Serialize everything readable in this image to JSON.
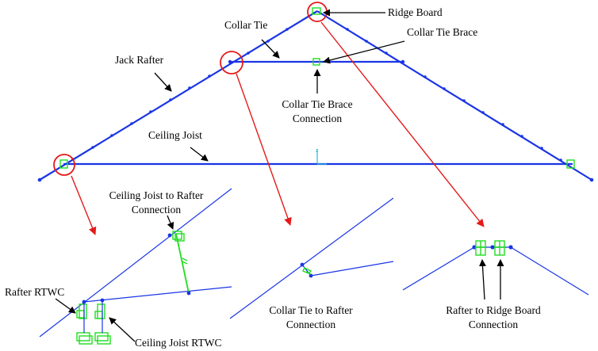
{
  "labels": {
    "ridge_board": "Ridge Board",
    "collar_tie": "Collar Tie",
    "collar_tie_brace": "Collar Tie Brace",
    "jack_rafter": "Jack Rafter",
    "collar_tie_brace_connection_1": "Collar Tie Brace",
    "collar_tie_brace_connection_2": "Connection",
    "ceiling_joist": "Ceiling Joist",
    "ceiling_joist_to_rafter_1": "Ceiling Joist to Rafter",
    "ceiling_joist_to_rafter_2": "Connection",
    "rafter_rtwc": "Rafter RTWC",
    "ceiling_joist_rtwc": "Ceiling Joist RTWC",
    "collar_tie_to_rafter_1": "Collar Tie to Rafter",
    "collar_tie_to_rafter_2": "Connection",
    "rafter_to_ridge_1": "Rafter to Ridge Board",
    "rafter_to_ridge_2": "Connection"
  },
  "colors": {
    "member": "#1a35e6",
    "connection": "#22dd22",
    "highlight": "#e41a1a",
    "callout": "#000000"
  }
}
